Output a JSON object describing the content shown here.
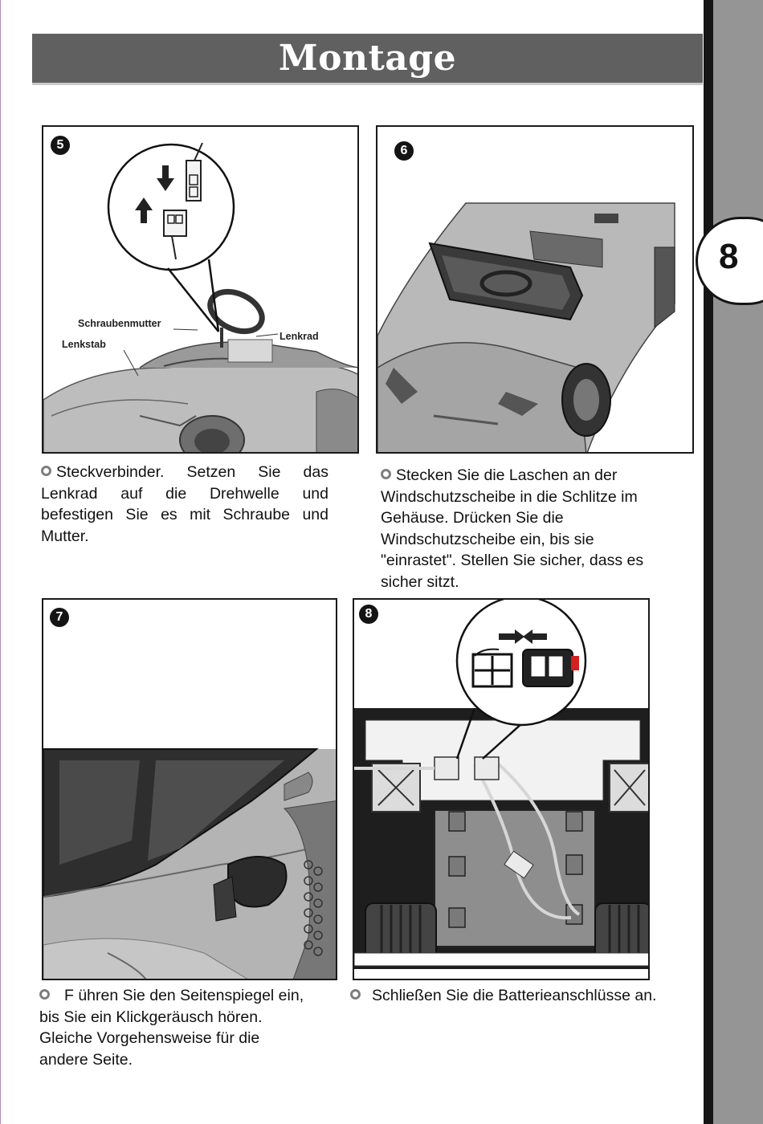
{
  "header": {
    "title": "Montage"
  },
  "page_number": "8",
  "steps": [
    {
      "number": "5",
      "callouts": {
        "nut": "Schraubenmutter",
        "wheel": "Lenkrad",
        "shaft": "Lenkstab"
      },
      "text": "Steckverbinder. Setzen Sie das Lenkrad auf die Drehwelle und befestigen Sie es mit Schraube und Mutter."
    },
    {
      "number": "6",
      "text": "Stecken Sie die Laschen an der Windschutzscheibe in die Schlitze im Gehäuse. Drücken Sie die Windschutzscheibe ein, bis sie \"einrastet\". Stellen Sie sicher, dass es sicher sitzt."
    },
    {
      "number": "7",
      "text": "F ühren Sie den Seitenspiegel ein, bis Sie ein Klickgeräusch hören. Gleiche Vorgehensweise für die andere Seite."
    },
    {
      "number": "8",
      "text": "Schließen Sie die Batterieanschlüsse an."
    }
  ],
  "colors": {
    "banner": "#606060",
    "side_bar": "#959595",
    "connector_red": "#d42020"
  }
}
